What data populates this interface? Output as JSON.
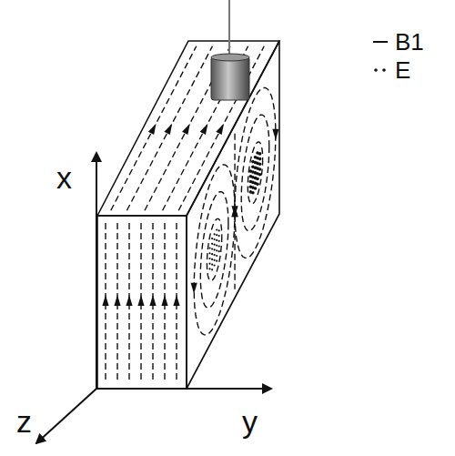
{
  "diagram": {
    "labels": [
      "x",
      "y",
      "z"
    ],
    "legend": [
      {
        "text": "B1"
      },
      {
        "text": "E"
      }
    ]
  }
}
